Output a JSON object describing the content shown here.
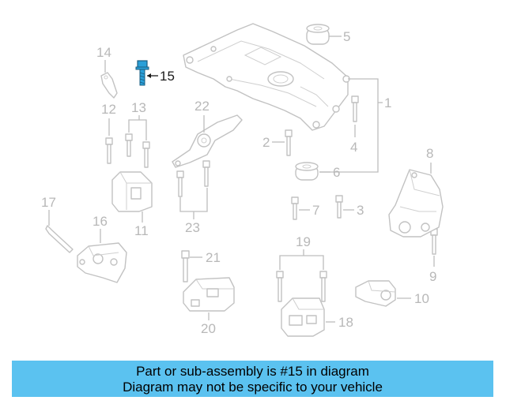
{
  "callouts": {
    "c1": "1",
    "c2": "2",
    "c3": "3",
    "c4": "4",
    "c5": "5",
    "c6": "6",
    "c7": "7",
    "c8": "8",
    "c9": "9",
    "c10": "10",
    "c11": "11",
    "c12": "12",
    "c13": "13",
    "c14": "14",
    "c15": "15",
    "c16": "16",
    "c17": "17",
    "c18": "18",
    "c19": "19",
    "c20": "20",
    "c21": "21",
    "c22": "22",
    "c23": "23"
  },
  "highlighted_part": "15",
  "colors": {
    "highlight_part": "#2a9fd8",
    "banner_bg": "#5bc2f0",
    "line_art": "#c2c2c2"
  },
  "banner": {
    "line1": "Part or sub-assembly is #15 in diagram",
    "line2": "Diagram may not be specific to your vehicle"
  }
}
